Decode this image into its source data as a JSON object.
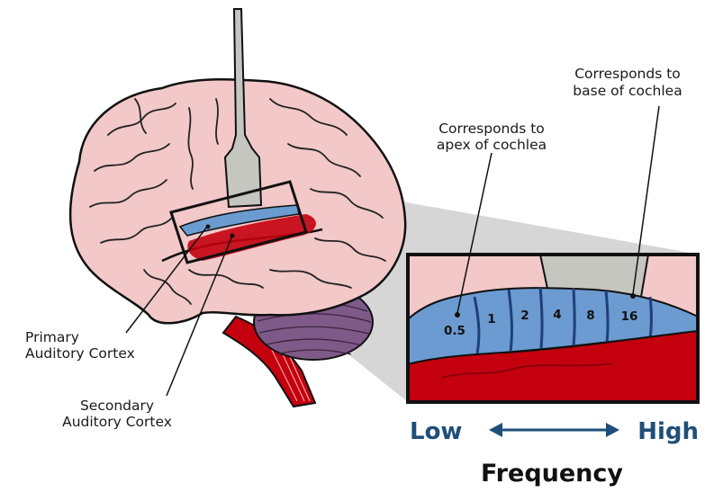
{
  "labels": {
    "apex": [
      "Corresponds to",
      "apex of cochlea"
    ],
    "base": [
      "Corresponds to",
      "base of cochlea"
    ],
    "primary": [
      "Primary",
      "Auditory Cortex"
    ],
    "secondary": [
      "Secondary",
      "Auditory Cortex"
    ]
  },
  "bands": [
    "0.5",
    "1",
    "2",
    "4",
    "8",
    "16"
  ],
  "axis": {
    "low": "Low",
    "high": "High",
    "title": "Frequency"
  },
  "colors": {
    "brain": "#f2c8c9",
    "primary_cortex": "#6b9bd0",
    "secondary_cortex": "#c4000f",
    "cerebellum": "#7e5a88",
    "brainstem": "#c4000f",
    "electrode": "#c6c6c0",
    "frequency_text": "#1f4e79"
  }
}
